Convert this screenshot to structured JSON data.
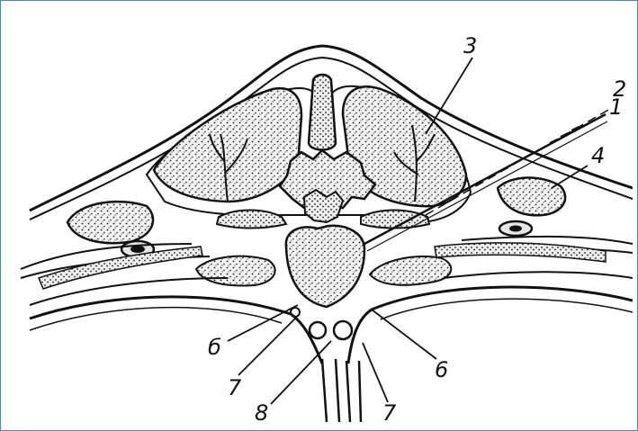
{
  "figure": {
    "labels": {
      "l1": "1",
      "l2": "2",
      "l3": "3",
      "l4": "4",
      "l5": "б",
      "l6": "6",
      "l7a": "7",
      "l7b": "7",
      "l8": "8"
    },
    "colors": {
      "frame_border": "#4a86c6",
      "ink": "#111111",
      "stipple": "#1a1a1a",
      "muscle_fill": "#e6e6e6"
    }
  }
}
